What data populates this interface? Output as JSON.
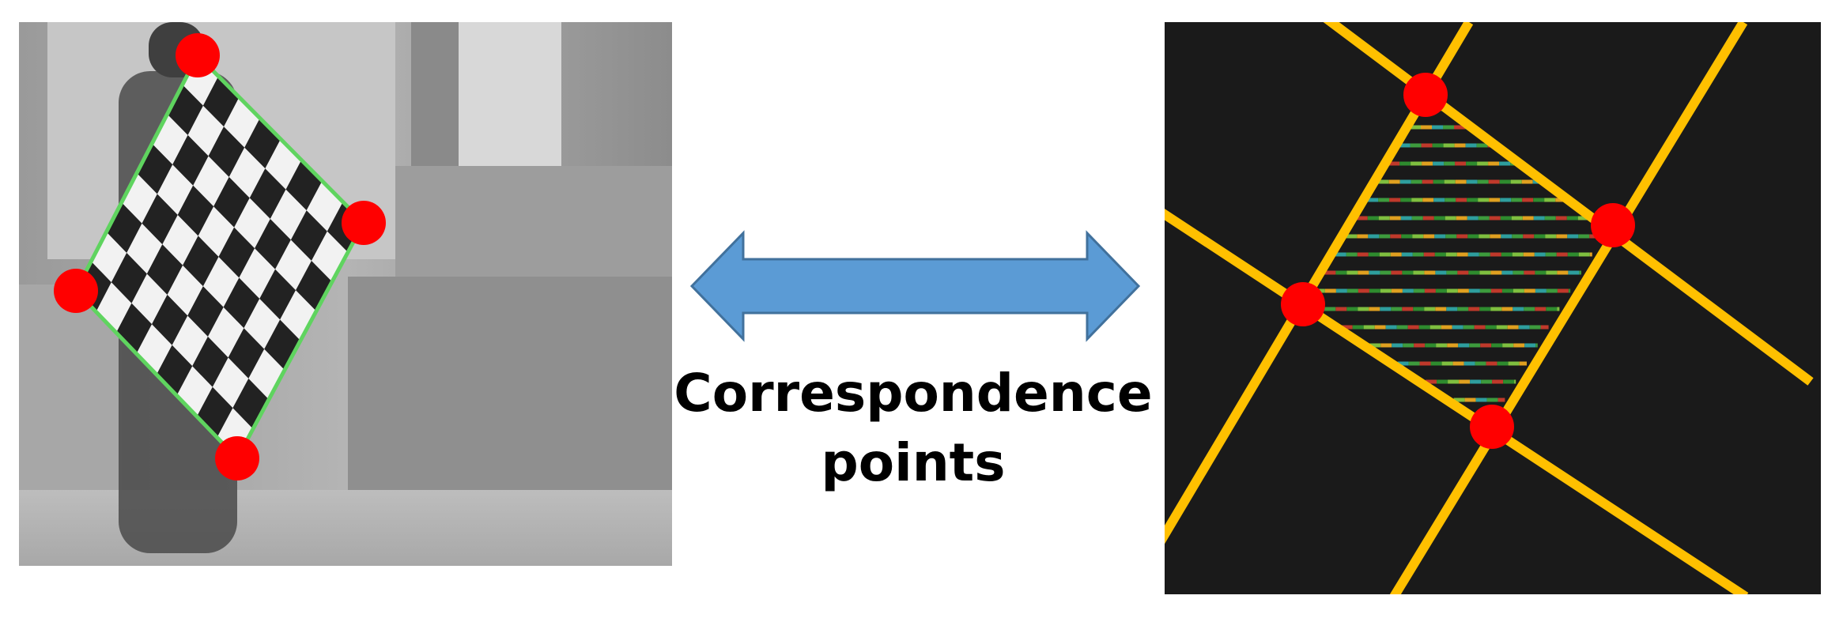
{
  "caption": {
    "line1": "Correspondence",
    "line2": "points"
  },
  "colors": {
    "correspondence_point": "#ff0000",
    "arrow_fill": "#5b9bd5",
    "arrow_stroke": "#41719c",
    "laser_line": "#ffc000",
    "board_outline": "#5fd45f",
    "lidar_background": "#1a1a1a"
  },
  "icons": {
    "camera_panel": "camera-image-with-checkerboard",
    "lidar_panel": "lidar-scan-with-fitted-lines",
    "arrow": "double-headed-arrow"
  }
}
